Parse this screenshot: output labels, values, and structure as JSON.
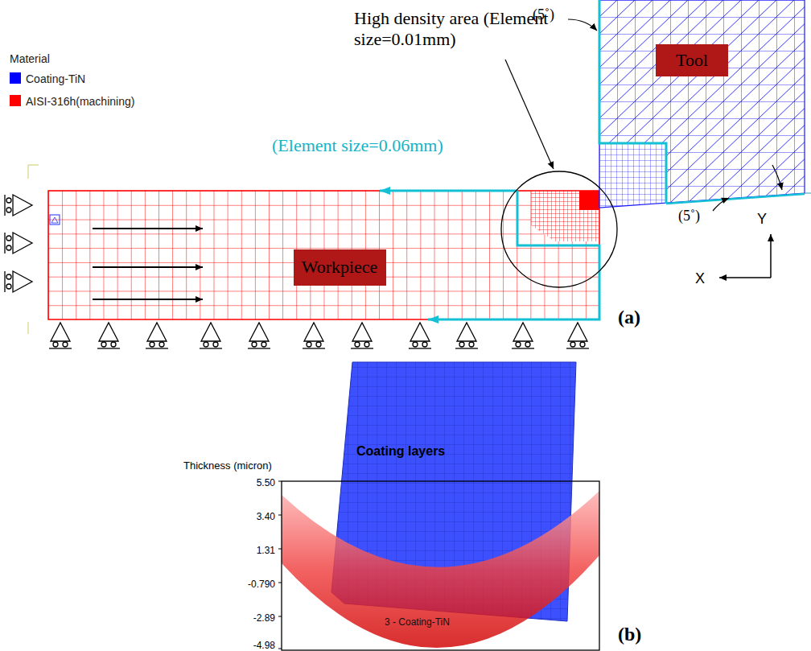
{
  "diagram": {
    "nodes": [
      {
        "text": [
          "Tool"
        ]
      },
      {
        "text": [
          "Workpiece"
        ]
      }
    ],
    "labels": [
      "Material",
      "High density area (Element size=0.01mm)",
      "(5˚)",
      "(Element size=0.06mm)",
      "(5˚)",
      "Y",
      "X",
      "(a)",
      "Thickness (micron)",
      "5.50",
      "3.40",
      "1.31",
      "-0.790",
      "-2.89",
      "-4.98",
      "Coating layers",
      "3 - Coating-TiN",
      "(b)"
    ],
    "legend": [
      {
        "text": "Coating-TiN",
        "color": "#0000ff"
      },
      {
        "text": "AISI-316h(machining)",
        "color": "#ff0000"
      }
    ]
  }
}
